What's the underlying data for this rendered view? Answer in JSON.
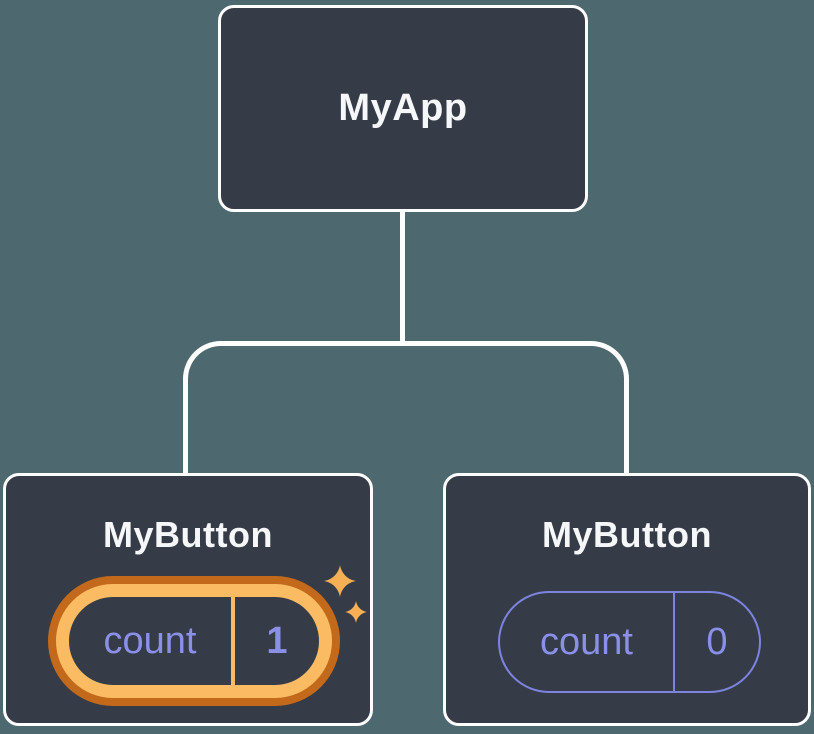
{
  "colors": {
    "background": "#4d686e",
    "node_background": "#353b47",
    "node_border": "#ffffff",
    "connector": "#ffffff",
    "heading_text": "#f6f7f9",
    "state_text": "#8a90e8",
    "state_border": "#7d84e0",
    "highlight_dark_orange": "#c2691b",
    "highlight_light_orange": "#fabb63",
    "sparkle": "#f5b055"
  },
  "tree": {
    "root": {
      "label": "MyApp"
    },
    "children": [
      {
        "label": "MyButton",
        "highlighted": true,
        "state": {
          "key": "count",
          "value": "1"
        }
      },
      {
        "label": "MyButton",
        "highlighted": false,
        "state": {
          "key": "count",
          "value": "0"
        }
      }
    ]
  }
}
